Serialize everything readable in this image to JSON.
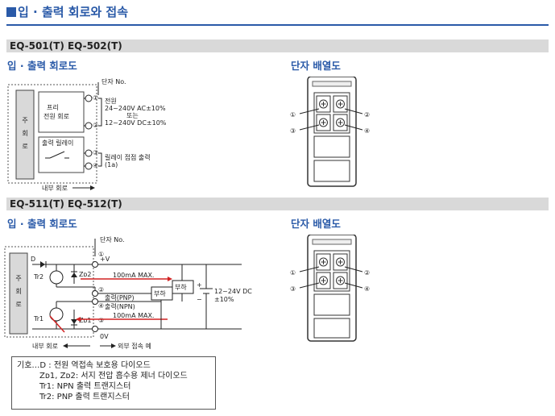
{
  "header": {
    "title": "입 · 출력 회로와 접속"
  },
  "section1": {
    "band": "EQ-501(T)   EQ-502(T)",
    "io_heading": "입 · 출력 회로도",
    "terminal_heading": "단자 배열도",
    "diagram": {
      "terminal_no": "단자 No.",
      "main_circuit": [
        "주",
        "회",
        "로"
      ],
      "free_power_1": "프리",
      "free_power_2": "전원 회로",
      "relay": "출력 릴레이",
      "power_1": "전원",
      "power_2": "24~240V AC±10%",
      "power_3": "또는",
      "power_4": "12~240V DC±10%",
      "relay_out_1": "릴레이 접점 출력",
      "relay_out_2": "(1a)",
      "internal": "내부 회로",
      "t1": "①",
      "t2": "②",
      "t3": "③",
      "t4": "④"
    },
    "terminals": [
      "①",
      "②",
      "③",
      "④"
    ]
  },
  "section2": {
    "band": "EQ-511(T)   EQ-512(T)",
    "io_heading": "입 · 출력 회로도",
    "terminal_heading": "단자 배열도",
    "diagram": {
      "terminal_no": "단자 No.",
      "main_circuit": [
        "주",
        "회",
        "로"
      ],
      "d": "D",
      "tr2": "Tr2",
      "tr1": "Tr1",
      "zd2": "Zᴅ2",
      "zd1": "Zᴅ1",
      "plus_v": "+V",
      "zero_v": "0V",
      "current1": "100mA MAX.",
      "current2": "100mA MAX.",
      "out_pnp": "출력(PNP)",
      "out_npn": "출력(NPN)",
      "load": "부하",
      "supply_1": "12~24V DC",
      "supply_2": "±10%",
      "plus": "+",
      "minus": "−",
      "internal": "내부 회로",
      "external": "외부 접속 예",
      "t1": "①",
      "t2": "②",
      "t3": "③",
      "t4": "④"
    },
    "terminals": [
      "①",
      "②",
      "③",
      "④"
    ]
  },
  "legend": {
    "line1": "기호…D : 전원 역접속 보호용 다이오드",
    "line2": "Zᴅ1, Zᴅ2: 서지 전압 흡수용 제너 다이오드",
    "line3": "Tr1: NPN 출력 트랜지스터",
    "line4": "Tr2: PNP 출력 트랜지스터"
  },
  "colors": {
    "accent": "#2a5aa8",
    "band": "#d9d9d9",
    "current_arrow": "#d22222"
  }
}
